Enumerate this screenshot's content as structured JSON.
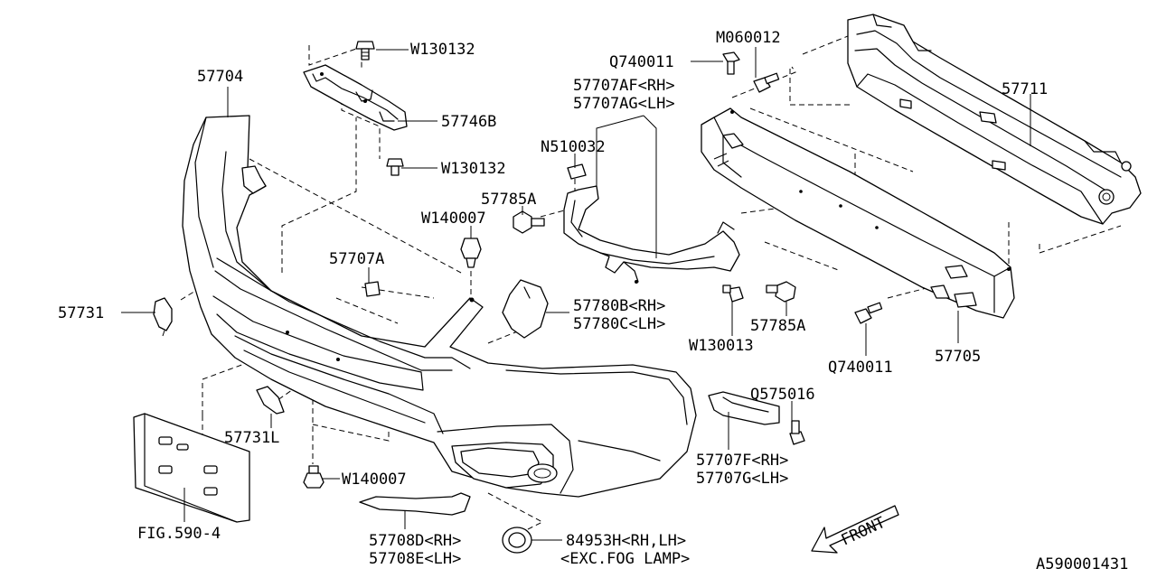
{
  "callouts": [
    {
      "id": "c-57704",
      "text": "57704"
    },
    {
      "id": "c-w130132-top",
      "text": "W130132"
    },
    {
      "id": "c-57746b",
      "text": "57746B"
    },
    {
      "id": "c-w130132-mid",
      "text": "W130132"
    },
    {
      "id": "c-q740011-top",
      "text": "Q740011"
    },
    {
      "id": "c-m060012",
      "text": "M060012"
    },
    {
      "id": "c-57707af",
      "text": "57707AF<RH>"
    },
    {
      "id": "c-57707ag",
      "text": "57707AG<LH>"
    },
    {
      "id": "c-n510032",
      "text": "N510032"
    },
    {
      "id": "c-57785a-left",
      "text": "57785A"
    },
    {
      "id": "c-w140007-top",
      "text": "W140007"
    },
    {
      "id": "c-57707a",
      "text": "57707A"
    },
    {
      "id": "c-57711",
      "text": "57711"
    },
    {
      "id": "c-57731",
      "text": "57731"
    },
    {
      "id": "c-57780b",
      "text": "57780B<RH>"
    },
    {
      "id": "c-57780c",
      "text": "57780C<LH>"
    },
    {
      "id": "c-w130013",
      "text": "W130013"
    },
    {
      "id": "c-57785a-right",
      "text": "57785A"
    },
    {
      "id": "c-q740011-bottom",
      "text": "Q740011"
    },
    {
      "id": "c-57705",
      "text": "57705"
    },
    {
      "id": "c-q575016",
      "text": "Q575016"
    },
    {
      "id": "c-57731l",
      "text": "57731L"
    },
    {
      "id": "c-w140007-bottom",
      "text": "W140007"
    },
    {
      "id": "c-57707f",
      "text": "57707F<RH>"
    },
    {
      "id": "c-57707g",
      "text": "57707G<LH>"
    },
    {
      "id": "c-fig590",
      "text": "FIG.590-4"
    },
    {
      "id": "c-57708d",
      "text": "57708D<RH>"
    },
    {
      "id": "c-57708e",
      "text": "57708E<LH>"
    },
    {
      "id": "c-84953h",
      "text": "84953H<RH,LH>"
    },
    {
      "id": "c-exc-fog",
      "text": "<EXC.FOG LAMP>"
    },
    {
      "id": "c-diagram-id",
      "text": "A590001431"
    }
  ],
  "front_label": "FRONT"
}
